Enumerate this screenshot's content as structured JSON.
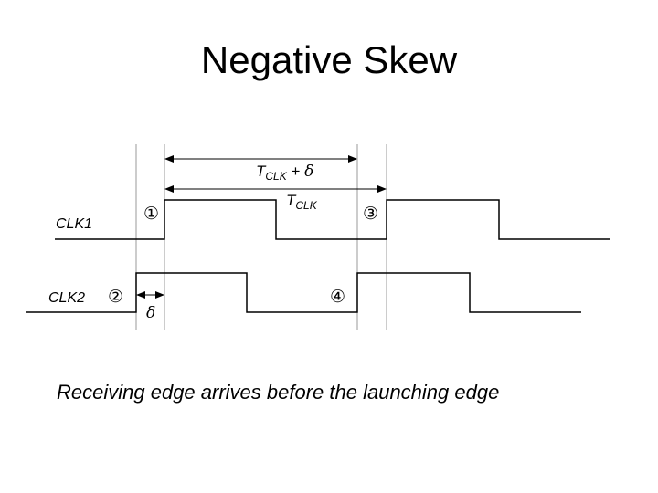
{
  "title": "Negative Skew",
  "caption": "Receiving edge arrives before the launching edge",
  "signals": {
    "clk1": {
      "label": "CLK1"
    },
    "clk2": {
      "label": "CLK2"
    }
  },
  "markers": {
    "m1": "①",
    "m2": "②",
    "m3": "③",
    "m4": "④"
  },
  "arrows": {
    "tclk_plus_delta": {
      "t": "T",
      "sub": "CLK",
      "suffix": " + ",
      "delta": "δ"
    },
    "tclk": {
      "t": "T",
      "sub": "CLK"
    },
    "delta": "δ"
  }
}
